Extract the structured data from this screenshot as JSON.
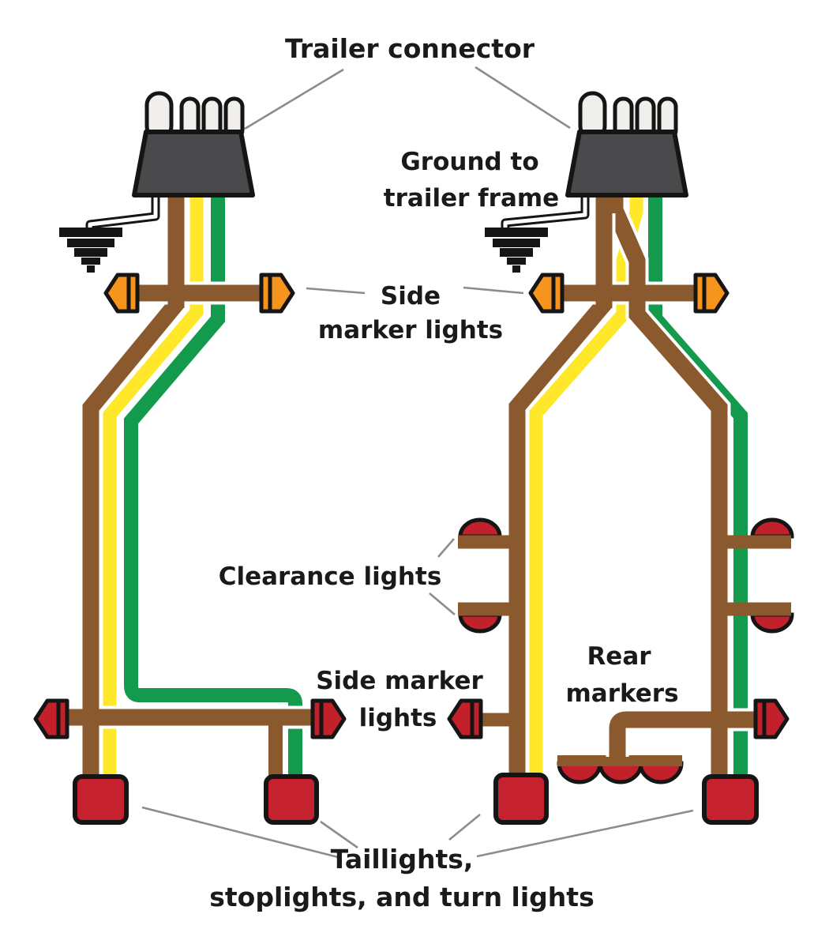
{
  "diagram": {
    "labels": {
      "trailer_connector": "Trailer connector",
      "ground_line1": "Ground to",
      "ground_line2": "trailer frame",
      "side_marker_top_line1": "Side",
      "side_marker_top_line2": "marker lights",
      "clearance_lights": "Clearance lights",
      "side_marker_bottom_line1": "Side marker",
      "side_marker_bottom_line2": "lights",
      "rear_markers_line1": "Rear",
      "rear_markers_line2": "markers",
      "taillights_line1": "Taillights,",
      "taillights_line2": "stoplights, and turn lights"
    },
    "colors": {
      "background": "#ffffff",
      "wire_brown": "#8a5a2e",
      "wire_yellow": "#ffe72a",
      "wire_green": "#149a4c",
      "marker_orange": "#f7941e",
      "marker_red": "#c2202a",
      "taillight_red": "#c6212e",
      "connector_body": "#4a494b",
      "connector_pin": "#f1efec",
      "outline_black": "#151515",
      "leader_gray": "#8c8c8c",
      "text_black": "#1a1a1a"
    },
    "icons": {
      "connector": "4-pin-flat-trailer-connector",
      "ground": "ground-to-frame-symbol",
      "side_marker": "pointed-side-marker-lamp",
      "clearance": "dome-clearance-lamp",
      "rear_marker": "triple-dome-rear-marker",
      "taillight": "square-taillight"
    }
  }
}
